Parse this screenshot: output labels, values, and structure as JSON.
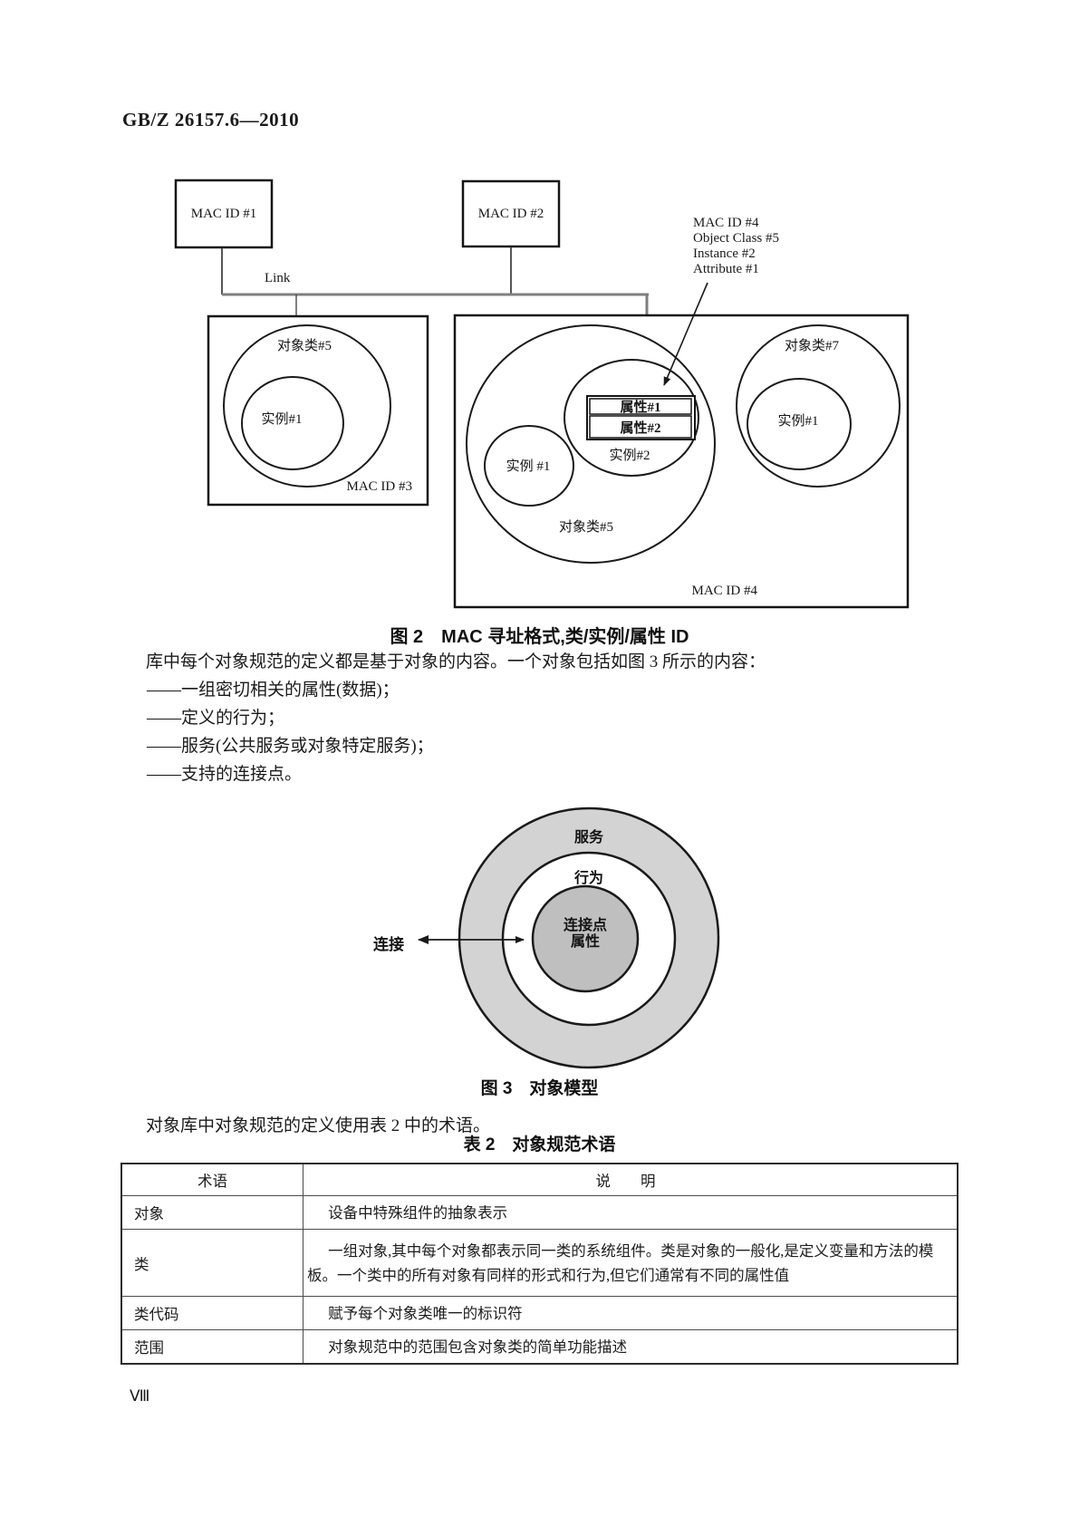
{
  "page": {
    "standard_code": "GB/Z 26157.6—2010",
    "page_number": "Ⅷ"
  },
  "figure2": {
    "caption": "图 2　MAC 寻址格式,类/实例/属性 ID",
    "link_label": "Link",
    "mac_box1": "MAC ID #1",
    "mac_box2": "MAC ID #2",
    "mac_box3_label": "MAC ID #3",
    "mac_box4_label": "MAC ID #4",
    "annotation_lines": [
      "MAC ID #4",
      "Object Class #5",
      "Instance #2",
      "Attribute #1"
    ],
    "left_group": {
      "class_label": "对象类#5",
      "instance_label": "实例#1"
    },
    "center_group": {
      "class_label": "对象类#5",
      "instance1_label": "实例 #1",
      "instance2_label": "实例#2",
      "attribute1_label": "属性#1",
      "attribute2_label": "属性#2"
    },
    "right_group": {
      "class_label": "对象类#7",
      "instance_label": "实例#1"
    }
  },
  "body": {
    "para_after_fig2": "库中每个对象规范的定义都是基于对象的内容。一个对象包括如图 3 所示的内容：",
    "list": [
      "——一组密切相关的属性(数据)；",
      "——定义的行为；",
      "——服务(公共服务或对象特定服务)；",
      "——支持的连接点。"
    ],
    "para_before_table": "对象库中对象规范的定义使用表 2 中的术语。"
  },
  "figure3": {
    "caption": "图 3　对象模型",
    "outer_ring_label": "服务",
    "middle_ring_label": "行为",
    "core_label_line1": "连接点",
    "core_label_line2": "属性",
    "arrow_label": "连接",
    "colors": {
      "outer_ring": "#d3d3d3",
      "middle_ring": "#ffffff",
      "core": "#bfbfbf"
    }
  },
  "table2": {
    "title": "表 2　对象规范术语",
    "headers": [
      "术语",
      "说　　明"
    ],
    "rows": [
      {
        "term": "对象",
        "desc": "设备中特殊组件的抽象表示"
      },
      {
        "term": "类",
        "desc": "一组对象,其中每个对象都表示同一类的系统组件。类是对象的一般化,是定义变量和方法的模板。一个类中的所有对象有同样的形式和行为,但它们通常有不同的属性值"
      },
      {
        "term": "类代码",
        "desc": "赋予每个对象类唯一的标识符"
      },
      {
        "term": "范围",
        "desc": "对象规范中的范围包含对象类的简单功能描述"
      }
    ]
  }
}
